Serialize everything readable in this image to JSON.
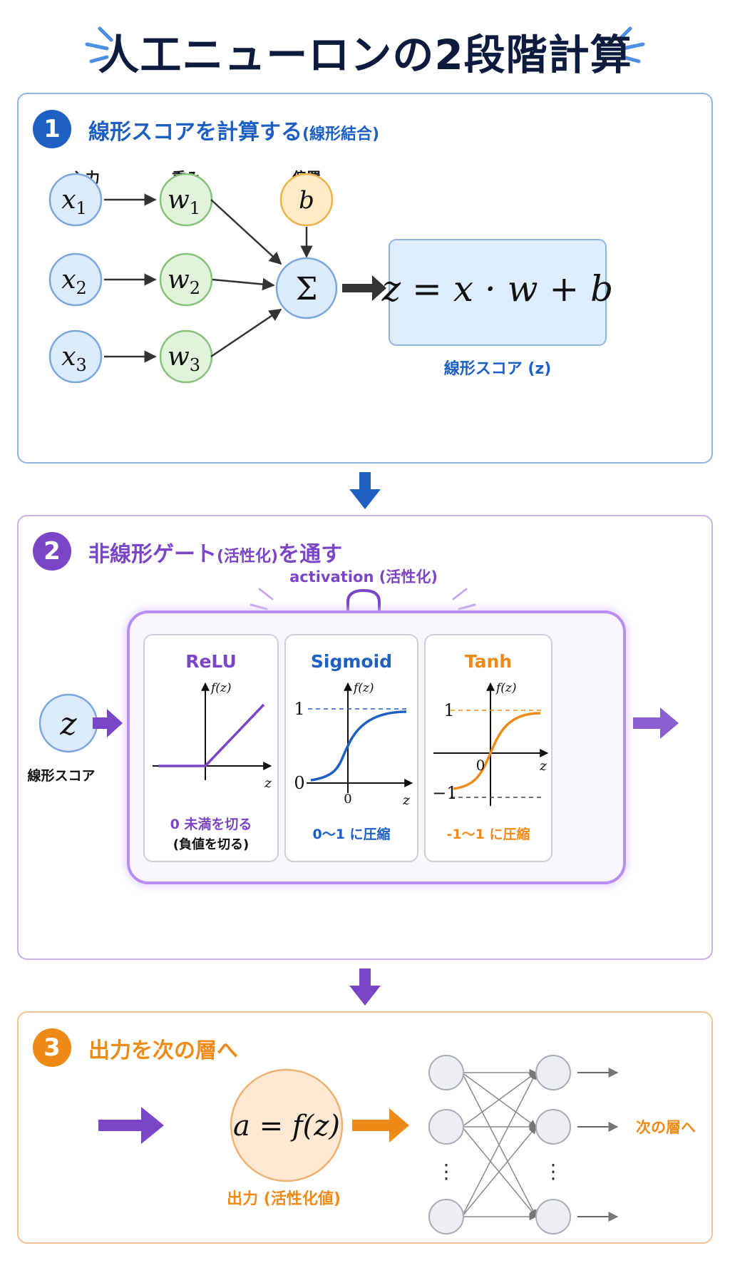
{
  "title": "人工ニューロンの2段階計算",
  "section1": {
    "number": "1",
    "title": "線形スコアを計算する",
    "title_note": "(線形結合)",
    "labels": {
      "input": "入力",
      "weight": "重み",
      "bias": "偏置"
    },
    "inputs": [
      {
        "symbol": "x",
        "subscript": "1"
      },
      {
        "symbol": "x",
        "subscript": "2"
      },
      {
        "symbol": "x",
        "subscript": "3"
      }
    ],
    "weights": [
      {
        "symbol": "w",
        "subscript": "1"
      },
      {
        "symbol": "w",
        "subscript": "2"
      },
      {
        "symbol": "w",
        "subscript": "3"
      }
    ],
    "bias_symbol": "b",
    "sum_symbol": "Σ",
    "formula": "z = x · w + b",
    "formula_caption": "線形スコア (z)"
  },
  "section2": {
    "number": "2",
    "title": "非線形ゲート",
    "title_note": "(活性化)",
    "title_tail": "を通す",
    "gate_label": "activation (活性化)",
    "input_symbol": "z",
    "input_caption": "線形スコア",
    "functions": [
      {
        "name": "ReLU",
        "ylabel": "f(z)",
        "xlabel": "z",
        "caption1": "0 未満を切る",
        "caption2": "(負値を切る)"
      },
      {
        "name": "Sigmoid",
        "ylabel": "f(z)",
        "xlabel": "z",
        "tick_one": "1",
        "tick_zero": "0",
        "tick_x0": "0",
        "caption1": "0〜1 に圧縮"
      },
      {
        "name": "Tanh",
        "ylabel": "f(z)",
        "xlabel": "z",
        "tick_one": "1",
        "tick_zero": "0",
        "tick_neg": "−1",
        "caption1": "-1〜1 に圧縮"
      }
    ]
  },
  "section3": {
    "number": "3",
    "title": "出力を次の層へ",
    "formula": "a = f(z)",
    "caption": "出力 (活性化値)",
    "next_label": "次の層へ",
    "ellipsis": "⋮"
  },
  "colors": {
    "blue": "#1e5fc4",
    "purple": "#7b45c8",
    "orange": "#ee8a17",
    "navy": "#0d1b3e",
    "input_fill": "#dcebfb",
    "weight_fill": "#e2f3dc",
    "bias_fill": "#fdebc6",
    "output_fill": "#fde8d4"
  }
}
